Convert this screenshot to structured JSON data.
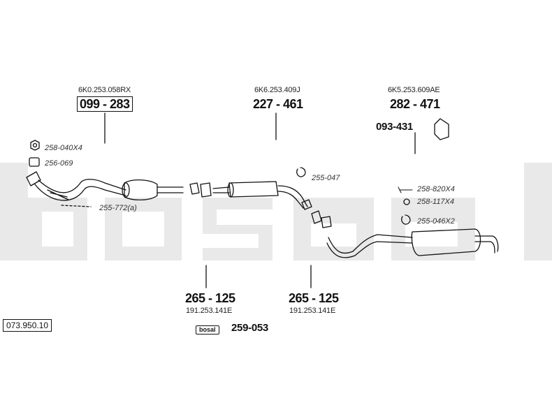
{
  "diagram": {
    "reference_number": "073.950.10",
    "watermark_text": "bosal",
    "parts": {
      "catalytic_converter": {
        "oe_number": "6K0.253.058RX",
        "part_number": "099 - 283"
      },
      "middle_silencer": {
        "oe_number": "6K6.253.409J",
        "part_number": "227 - 461"
      },
      "rear_silencer": {
        "oe_number": "6K5.253.609AE",
        "part_number": "282 - 471"
      },
      "rear_bracket": {
        "part_number": "093-431"
      },
      "clamp_front": {
        "oe_number": "191.253.141E",
        "part_number": "265 - 125"
      },
      "clamp_rear": {
        "oe_number": "191.253.141E",
        "part_number": "265 - 125"
      },
      "mounting_kit": {
        "brand": "bosal",
        "part_number": "259-053"
      }
    },
    "accessories": {
      "nut": "258-040X4",
      "gasket": "256-069",
      "sensor": "255-772(a)",
      "rubber_mount_mid": "255-047",
      "bolt": "258-820X4",
      "washer": "258-117X4",
      "rubber_mount_rear": "255-046X2"
    },
    "colors": {
      "line": "#111111",
      "watermark": "#e9e9e9",
      "background": "#ffffff"
    }
  }
}
